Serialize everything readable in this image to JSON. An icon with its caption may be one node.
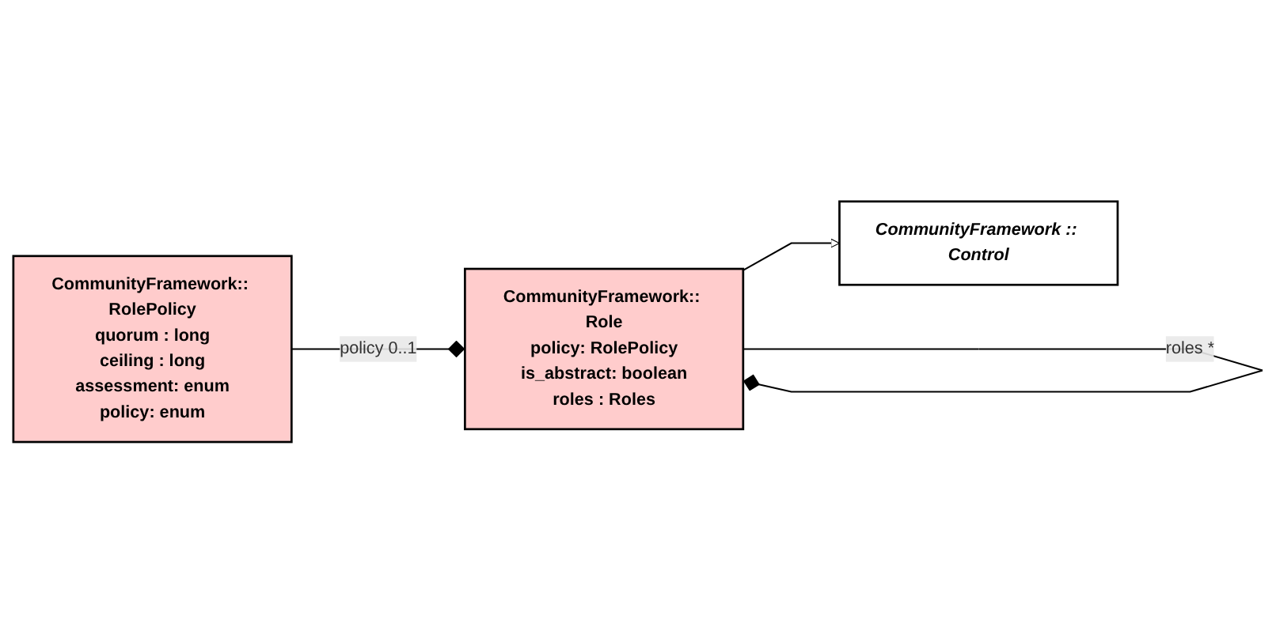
{
  "diagram": {
    "nodes": [
      {
        "text": [
          "CommunityFramework :: Control"
        ]
      },
      {
        "text": [
          "CommunityFramework:: RolePolicy",
          "quorum : long",
          "ceiling : long",
          "assessment: enum",
          "policy: enum"
        ]
      },
      {
        "text": [
          "CommunityFramework:: Role",
          "policy: RolePolicy",
          "is_abstract: boolean",
          "roles : Roles"
        ]
      }
    ],
    "edges": [
      {
        "from": 2,
        "to": 0,
        "arrow": "to"
      },
      {
        "from": 1,
        "to": 2,
        "arrow": "other",
        "label": "policy 0..1"
      },
      {
        "from": 2,
        "to": 2,
        "arrow": "other",
        "label": "roles *"
      }
    ]
  }
}
